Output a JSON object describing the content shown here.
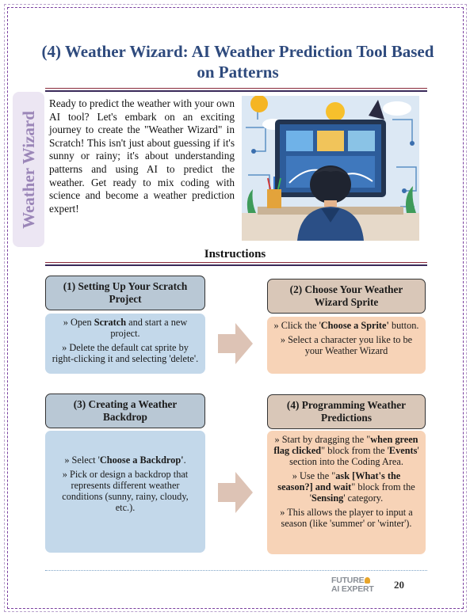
{
  "title": "(4) Weather Wizard: AI Weather Prediction Tool Based on Patterns",
  "side_label": "Weather Wizard",
  "intro": "Ready to predict the weather with your own AI tool? Let's embark on an exciting journey to create the \"Weather Wizard\" in Scratch! This isn't just about guessing if it's sunny or rainy; it's about understanding patterns and using AI to predict the weather. Get ready to mix coding with science and become a weather prediction expert!",
  "instructions_heading": "Instructions",
  "steps": [
    {
      "title": "(1) Setting Up Your Scratch Project",
      "bullets": [
        [
          "» Open ",
          {
            "b": "Scratch"
          },
          " and start a new project."
        ],
        [
          "» Delete the default cat sprite by right-clicking it and selecting 'delete'."
        ]
      ]
    },
    {
      "title": "(2) Choose Your Weather Wizard Sprite",
      "bullets": [
        [
          "» Click the '",
          {
            "b": "Choose a Sprite'"
          },
          " button."
        ],
        [
          "» Select a character you like to be your Weather Wizard"
        ]
      ]
    },
    {
      "title": "(3) Creating a Weather Backdrop",
      "bullets": [
        [
          "» Select '",
          {
            "b": "Choose a Backdrop'"
          },
          "."
        ],
        [
          "» Pick or design a backdrop that represents different weather conditions (sunny, rainy, cloudy, etc.)."
        ]
      ]
    },
    {
      "title": "(4) Programming Weather Predictions",
      "bullets": [
        [
          "» Start by dragging the \"",
          {
            "b": "when green flag clicked"
          },
          "\" block from the '",
          {
            "b": "Events"
          },
          "' section into the Coding Area."
        ],
        [
          "» Use the \"",
          {
            "b": "ask [What's the season?] and wait"
          },
          "\" block from the '",
          {
            "b": "Sensing"
          },
          "' category."
        ],
        [
          "» This allows the player to input a season (like 'summer' or 'winter')."
        ]
      ]
    }
  ],
  "footer": {
    "logo_line1": "FUTURE",
    "logo_line2": "AI EXPERT",
    "page_number": "20"
  },
  "colors": {
    "title": "#2e4a7d",
    "blue_head": "#b9c8d5",
    "blue_body": "#c3d8ea",
    "tan_head": "#d9c7b8",
    "tan_body": "#f7d3b7",
    "arrow": "#ddc3b5",
    "frame": "#7a3fa0"
  }
}
